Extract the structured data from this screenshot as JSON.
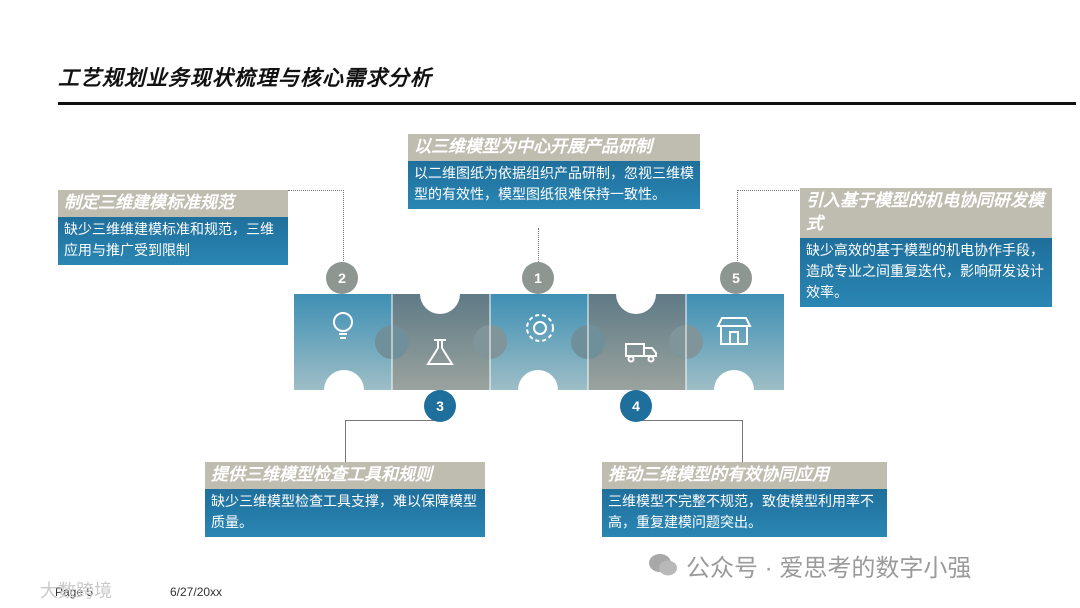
{
  "title": "工艺规划业务现状梳理与核心需求分析",
  "boxes": {
    "b1": {
      "head": "以三维模型为中心开展产品研制",
      "body": "以二维图纸为依据组织产品研制，忽视三维模型的有效性，模型图纸很难保持一致性。"
    },
    "b2": {
      "head": "制定三维建模标准规范",
      "body": "缺少三维维建模标准和规范，三维应用与推广受到限制"
    },
    "b5": {
      "head": "引入基于模型的机电协同研发模式",
      "body": "缺少高效的基于模型的机电协作手段，造成专业之间重复迭代，影响研发设计效率。"
    },
    "b3": {
      "head": "提供三维模型检查工具和规则",
      "body": "缺少三维模型检查工具支撑，难以保障模型质量。"
    },
    "b4": {
      "head": "推动三维模型的有效协同应用",
      "body": "三维模型不完整不规范，致使模型利用率不高，重复建模问题突出。"
    }
  },
  "badges": {
    "n1": "1",
    "n2": "2",
    "n3": "3",
    "n4": "4",
    "n5": "5"
  },
  "icons": [
    "lightbulb-icon",
    "flask-icon",
    "gear-icon",
    "truck-icon",
    "store-icon"
  ],
  "footer": {
    "page": "Page 5",
    "date": "6/27/20xx"
  },
  "watermark": {
    "left": "大数跨境",
    "right": "公众号 · 爱思考的数字小强"
  },
  "colors": {
    "teal": "#2a86b3",
    "light": "#8fb3bd",
    "gray": "#8e9692",
    "tan": "#bfbcb0"
  }
}
